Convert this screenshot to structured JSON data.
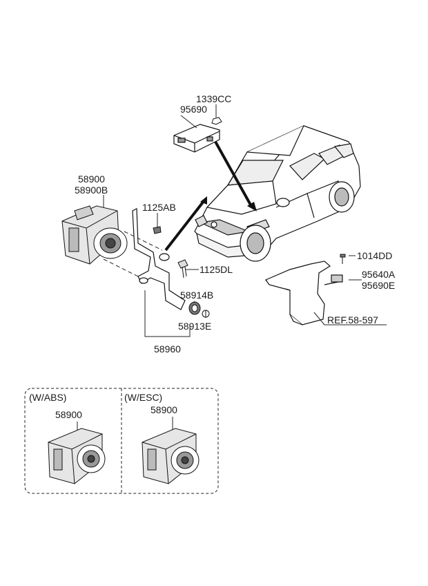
{
  "parts": {
    "p1339cc": "1339CC",
    "p95690": "95690",
    "p58900": "58900",
    "p58900b": "58900B",
    "p1125ab": "1125AB",
    "p1125dl": "1125DL",
    "p58914b": "58914B",
    "p58913e": "58913E",
    "p58960": "58960",
    "p1014dd": "1014DD",
    "p95640a": "95640A",
    "p95690e": "95690E",
    "ref": "REF.58-597"
  },
  "variants": [
    {
      "title": "(W/ABS)",
      "part": "58900"
    },
    {
      "title": "(W/ESC)",
      "part": "58900"
    }
  ],
  "icons": [
    "abs-modulator-icon",
    "sensor-module-icon",
    "vehicle-icon",
    "parking-brake-lever-icon",
    "bracket-icon",
    "bolt-icon",
    "bushing-icon"
  ]
}
